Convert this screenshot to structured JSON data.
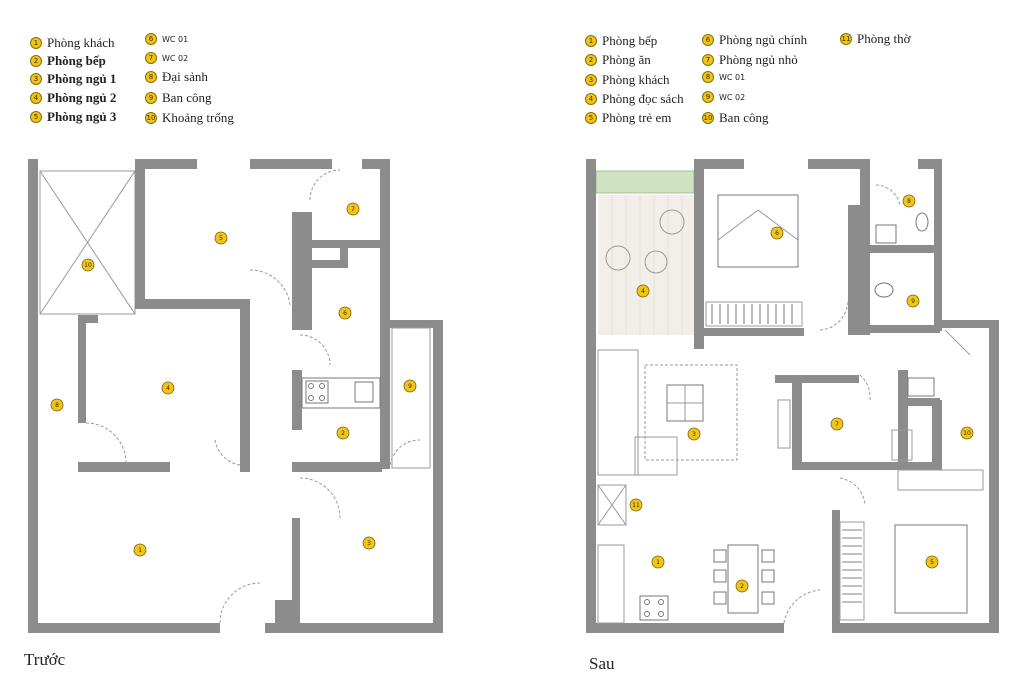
{
  "before": {
    "caption": "Trước",
    "legend": [
      {
        "num": "1",
        "label": "Phòng khách",
        "bold": false,
        "small": false
      },
      {
        "num": "2",
        "label": "Phòng bếp",
        "bold": true,
        "small": false
      },
      {
        "num": "3",
        "label": "Phòng ngủ 1",
        "bold": true,
        "small": false
      },
      {
        "num": "4",
        "label": "Phòng ngủ 2",
        "bold": true,
        "small": false
      },
      {
        "num": "5",
        "label": "Phòng ngủ 3",
        "bold": true,
        "small": false
      },
      {
        "num": "6",
        "label": "WC 01",
        "bold": false,
        "small": true
      },
      {
        "num": "7",
        "label": "WC 02",
        "bold": false,
        "small": true
      },
      {
        "num": "8",
        "label": "Đại sảnh",
        "bold": false,
        "small": false
      },
      {
        "num": "9",
        "label": "Ban công",
        "bold": false,
        "small": false
      },
      {
        "num": "10",
        "label": "Khoảng trống",
        "bold": false,
        "small": false
      }
    ],
    "markers": [
      "1",
      "2",
      "3",
      "4",
      "5",
      "6",
      "7",
      "8",
      "9",
      "10"
    ]
  },
  "after": {
    "caption": "Sau",
    "legend": [
      {
        "num": "1",
        "label": "Phòng bếp",
        "bold": false,
        "small": false
      },
      {
        "num": "2",
        "label": "Phòng ăn",
        "bold": false,
        "small": false
      },
      {
        "num": "3",
        "label": "Phòng khách",
        "bold": false,
        "small": false
      },
      {
        "num": "4",
        "label": "Phòng đọc sách",
        "bold": false,
        "small": false
      },
      {
        "num": "5",
        "label": "Phòng trẻ em",
        "bold": false,
        "small": false
      },
      {
        "num": "6",
        "label": "Phòng ngủ chính",
        "bold": false,
        "small": false
      },
      {
        "num": "7",
        "label": "Phòng ngủ nhỏ",
        "bold": false,
        "small": false
      },
      {
        "num": "8",
        "label": "WC 01",
        "bold": false,
        "small": true
      },
      {
        "num": "9",
        "label": "WC 02",
        "bold": false,
        "small": true
      },
      {
        "num": "10",
        "label": "Ban công",
        "bold": false,
        "small": false
      },
      {
        "num": "11",
        "label": "Phòng thờ",
        "bold": false,
        "small": false
      }
    ],
    "markers": [
      "1",
      "2",
      "3",
      "4",
      "5",
      "6",
      "7",
      "8",
      "9",
      "10",
      "11"
    ]
  },
  "colors": {
    "marker": "#f0c419",
    "wall": "#8c8c8c",
    "balcony_green": "#cfe3c0",
    "floor_wood": "#f2efe8"
  }
}
